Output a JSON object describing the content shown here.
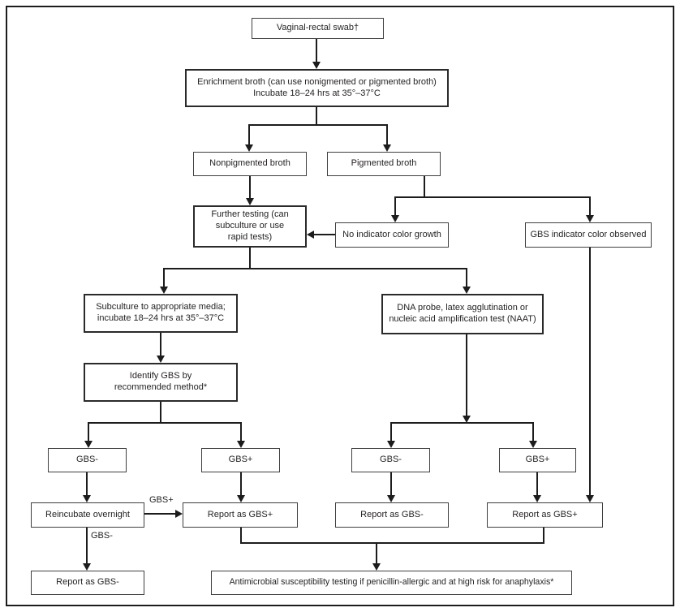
{
  "figure": {
    "type": "flowchart",
    "background_color": "#ffffff",
    "line_color": "#1c1c1c",
    "text_color": "#231f20"
  },
  "nodes": {
    "swab": "Vaginal-rectal swab†",
    "enrichment": "Enrichment broth (can use nonigmented or pigmented broth)\nIncubate 18–24 hrs at  35°–37°C",
    "nonpigmented": "Nonpigmented broth",
    "pigmented": "Pigmented broth",
    "further": "Further testing (can\nsubculture or use\nrapid tests)",
    "no_indicator": "No indicator color growth",
    "gbs_indicator": "GBS indicator color observed",
    "subculture": "Subculture to appropriate media;\nincubate 18–24 hrs at 35°–37°C",
    "dna_probe": "DNA probe, latex agglutination or\nnucleic acid amplification test (NAAT)",
    "identify": "Identify GBS by\nrecommended method*",
    "gbs_neg_left": "GBS-",
    "gbs_pos_left": "GBS+",
    "gbs_neg_right": "GBS-",
    "gbs_pos_right": "GBS+",
    "reincubate": "Reincubate overnight",
    "report_pos_left": "Report as GBS+",
    "report_neg_right": "Report as GBS-",
    "report_pos_right": "Report as GBS+",
    "report_neg_bottom": "Report as GBS-",
    "antimicrobial": "Antimicrobial susceptibility testing if penicillin-allergic and at high risk for anaphylaxis*"
  },
  "edge_labels": {
    "gbs_plus": "GBS+",
    "gbs_minus": "GBS-"
  }
}
